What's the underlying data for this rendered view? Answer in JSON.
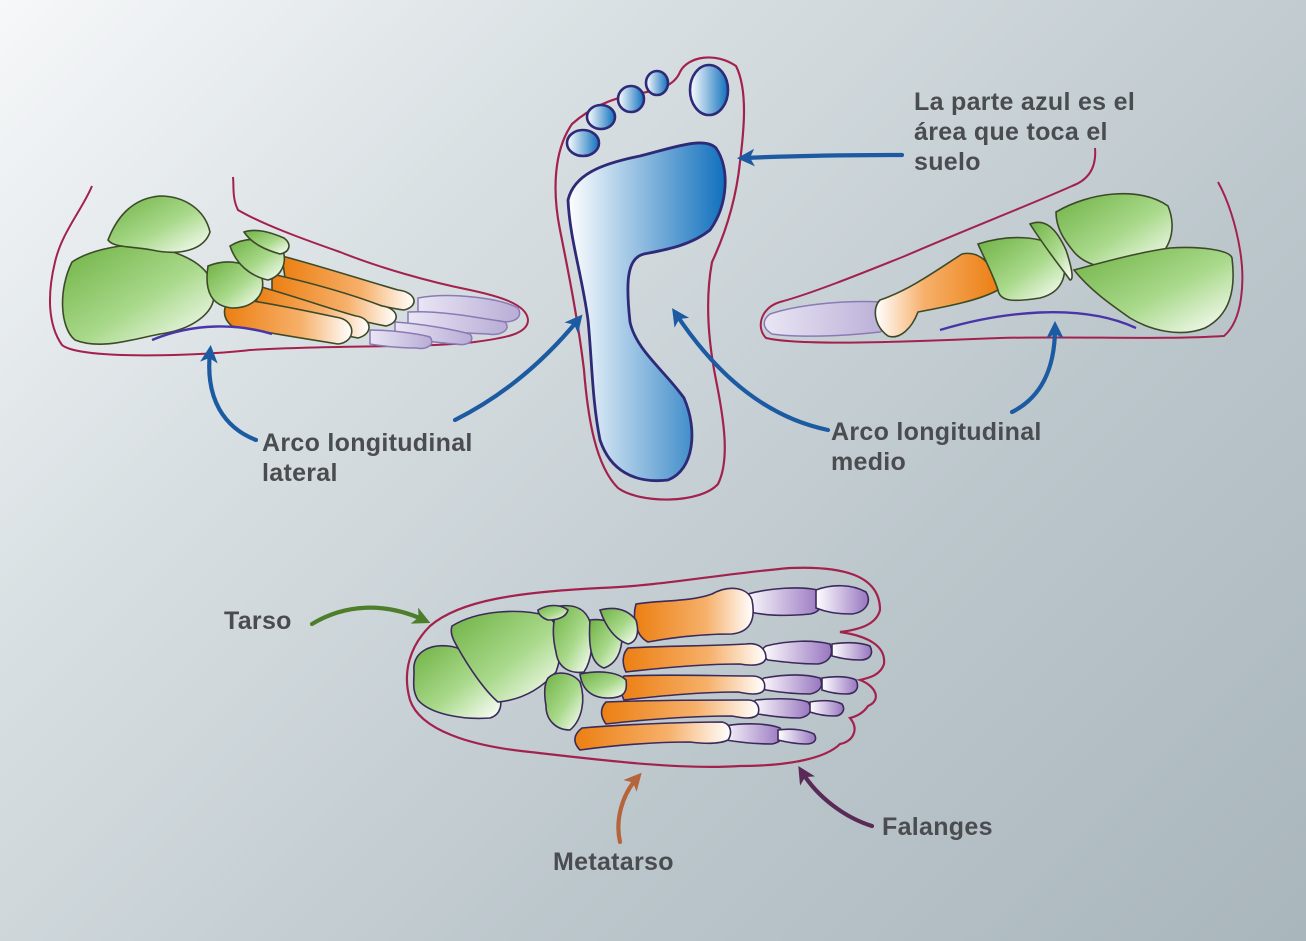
{
  "labels": {
    "contact_area": [
      "La parte azul es el",
      "área que toca el",
      "suelo"
    ],
    "lateral_arch": [
      "Arco longitudinal",
      "lateral"
    ],
    "medial_arch": [
      "Arco longitudinal",
      "medio"
    ],
    "tarsus": "Tarso",
    "metatarsus": "Metatarso",
    "phalanges": "Falanges"
  },
  "colors": {
    "tarsal_bones": "#7fbf55",
    "metatarsal_bones": "#ee8a22",
    "phalanges": "#9d7fbf",
    "contact_area": "#1e74bb",
    "skin_outline": "#a3214d",
    "arrow_blue": "#1c5aa2",
    "arrow_tarsus": "#4e7e2a",
    "arrow_metatarsus": "#b5643c",
    "arrow_phalanges": "#5a2a56"
  }
}
